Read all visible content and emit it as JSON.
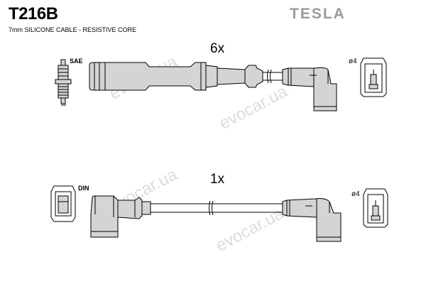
{
  "header": {
    "part_code": "T216B",
    "description": "7mm SILICONE CABLE - RESISTIVE CORE",
    "brand": "TESLA"
  },
  "watermark": {
    "text": "evocar.ua"
  },
  "assemblies": [
    {
      "quantity": "6x",
      "left_connector": "SAE",
      "right_connector": "ø4"
    },
    {
      "quantity": "1x",
      "left_connector": "DIN",
      "right_connector": "ø4"
    }
  ],
  "colors": {
    "ink": "#000000",
    "fill": "#d4d4d4",
    "brand": "#9a9a9a",
    "watermark": "#d9dde2"
  }
}
